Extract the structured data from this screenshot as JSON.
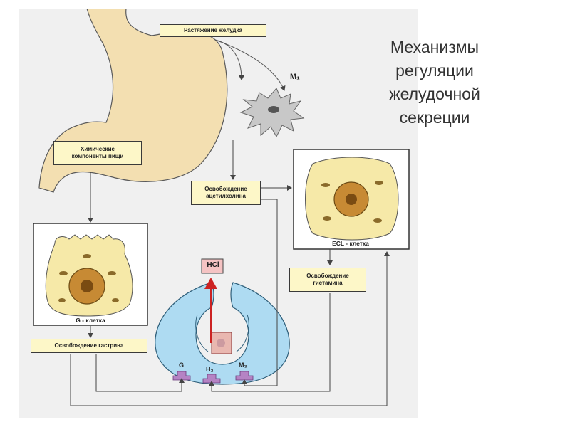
{
  "title": "Механизмы\nрегуляции\nжелудочной\nсекреции",
  "labels": {
    "stretch": "Растяжение желудка",
    "food": "Химические\nкомпоненты пищи",
    "ach": "Освобождение\nацетилхолина",
    "histamine": "Освобождение\nгистамина",
    "gastrin": "Освобождение гастрина",
    "gcell": "G - клетка",
    "eclcell": "ECL - клетка",
    "hcl": "HCl",
    "m1": "M₁",
    "rG": "G",
    "rH2": "H₂",
    "rM3": "M₃"
  },
  "colors": {
    "background": "#ffffff",
    "figure_bg": "#f0f0f0",
    "stomach": "#f3dfb1",
    "label_box": "#fdf7c8",
    "cell_body": "#f6e9a8",
    "nucleus": "#c78a34",
    "gland": "#aedbf2",
    "hcl_box": "#f5c3c3",
    "arrow_red": "#cc2222",
    "receptor": "#b583c4",
    "neuron": "#c8c8c8",
    "line": "#444444"
  },
  "icons": {
    "neuron": "nerve-cell-icon",
    "gcell": "g-cell-illustration",
    "eclcell": "ecl-cell-illustration",
    "gland": "gastric-gland-illustration"
  }
}
